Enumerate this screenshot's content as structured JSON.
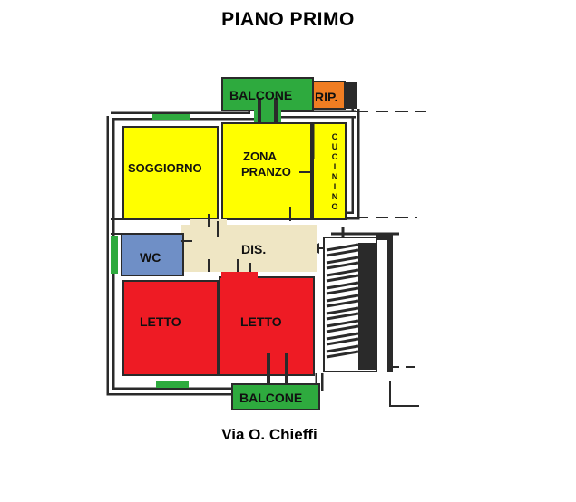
{
  "header": {
    "title": "PIANO PRIMO"
  },
  "footer": {
    "street": "Via O. Chieffi"
  },
  "colors": {
    "soggiorno": "#ffff00",
    "zona_pranzo": "#ffff00",
    "cucinino": "#ffff00",
    "wc": "#6f8fc6",
    "dis": "#efe6c4",
    "letto": "#ee1b24",
    "balcone": "#2eaa3e",
    "rip": "#f07d22",
    "wall": "#2a2a2a",
    "wall_fill": "#ffffff"
  },
  "rooms": {
    "soggiorno": "SOGGIORNO",
    "zona_pranzo_line1": "ZONA",
    "zona_pranzo_line2": "PRANZO",
    "cucinino": [
      "C",
      "U",
      "C",
      "I",
      "N",
      "I",
      "N",
      "O"
    ],
    "wc": "WC",
    "dis": "DIS.",
    "letto_left": "LETTO",
    "letto_right": "LETTO",
    "balcone_top": "BALCONE",
    "balcone_bottom": "BALCONE",
    "rip": "RIP."
  }
}
